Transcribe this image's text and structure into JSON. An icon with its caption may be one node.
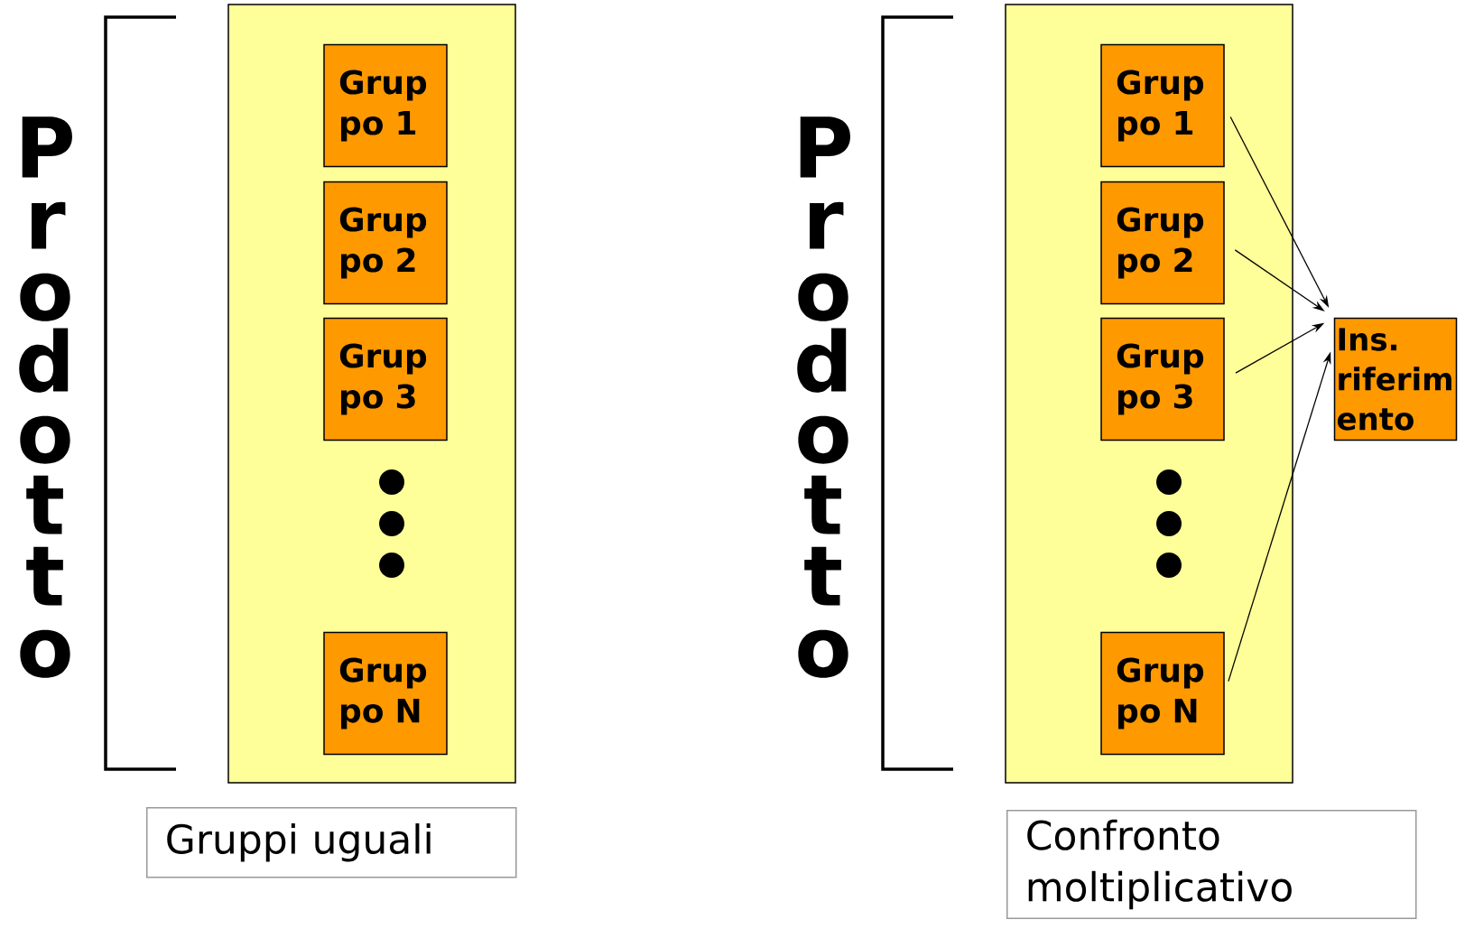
{
  "diagram": {
    "nodes": [
      {
        "text": [],
        "shape": "box"
      },
      {
        "text": [
          "Grup po 1"
        ],
        "in": 0
      },
      {
        "text": [
          "Grup po 2"
        ],
        "in": 0
      },
      {
        "text": [
          "Grup po 3"
        ],
        "in": 0
      },
      {
        "text": [
          "Grup po N"
        ],
        "in": 0
      },
      {
        "text": [
          "Gruppi uguali"
        ]
      },
      {
        "text": [],
        "shape": "box"
      },
      {
        "text": [
          "Grup po 1"
        ],
        "in": 6
      },
      {
        "text": [
          "Grup po 2"
        ],
        "in": 6
      },
      {
        "text": [
          "Grup po 3"
        ],
        "in": 6
      },
      {
        "text": [
          "Grup po N"
        ],
        "in": 6
      },
      {
        "text": [
          "Ins. riferim ento"
        ]
      },
      {
        "text": [
          "Confronto moltiplicativo"
        ]
      }
    ],
    "edges": [
      {
        "from": 7,
        "to": 11,
        "arrow": "to"
      },
      {
        "from": 8,
        "to": 11,
        "arrow": "to"
      },
      {
        "from": 9,
        "to": 11,
        "arrow": "to"
      },
      {
        "from": 10,
        "to": 11,
        "arrow": "to"
      }
    ],
    "labels": [
      "Prodotto",
      "Prodotto"
    ]
  }
}
